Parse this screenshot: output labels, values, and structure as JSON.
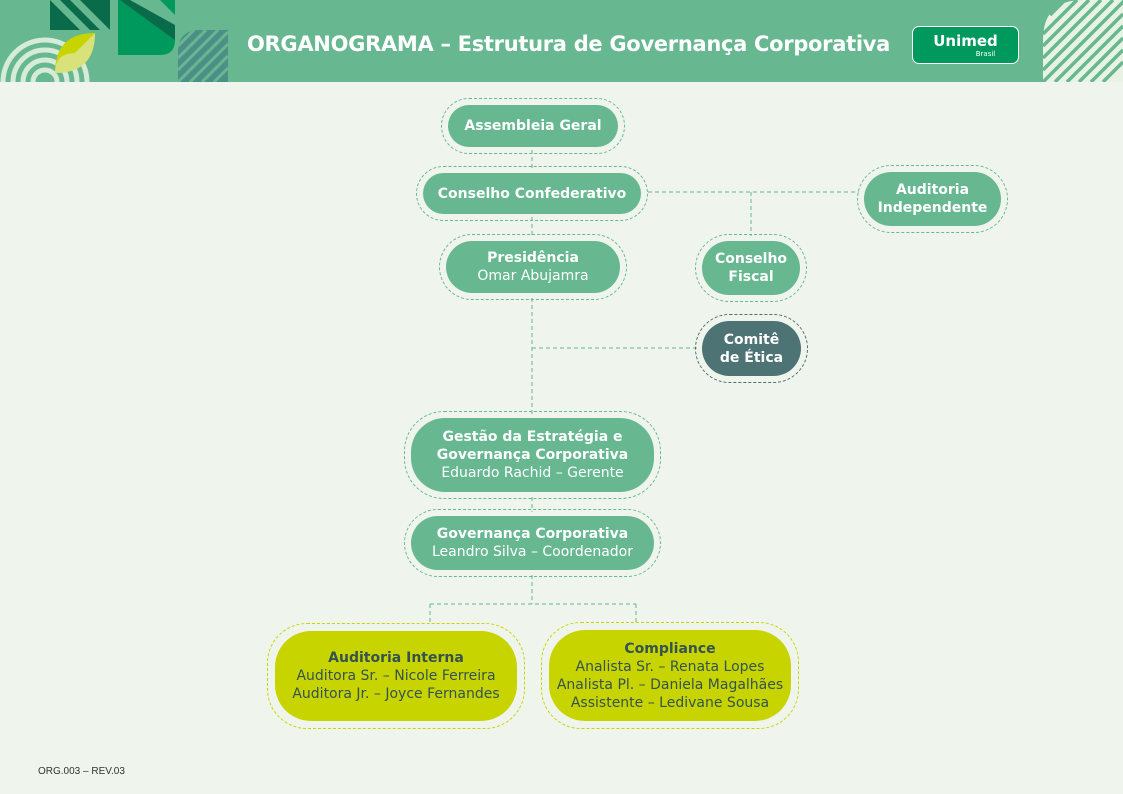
{
  "header": {
    "title": "ORGANOGRAMA – Estrutura de Governança Corporativa",
    "logo_main": "Unimed",
    "logo_sub": "Brasil"
  },
  "colors": {
    "header_green": "#67b891",
    "node_green": "#67b891",
    "node_dark": "#4d7374",
    "node_lime": "#c8d400",
    "background": "#eff5ec"
  },
  "nodes": {
    "assembleia": {
      "title": "Assembleia Geral"
    },
    "conselho_confederativo": {
      "title": "Conselho Confederativo"
    },
    "auditoria_independente": {
      "title_1": "Auditoria",
      "title_2": "Independente"
    },
    "presidencia": {
      "title": "Presidência",
      "person": "Omar Abujamra"
    },
    "conselho_fiscal": {
      "title_1": "Conselho",
      "title_2": "Fiscal"
    },
    "comite_etica": {
      "title_1": "Comitê",
      "title_2": "de Ética"
    },
    "gestao_estrategia": {
      "title_1": "Gestão da Estratégia e",
      "title_2": "Governança Corporativa",
      "person": "Eduardo Rachid – Gerente"
    },
    "governanca": {
      "title": "Governança Corporativa",
      "person": "Leandro Silva – Coordenador"
    },
    "auditoria_interna": {
      "title": "Auditoria Interna",
      "person_1": "Auditora Sr. – Nicole Ferreira",
      "person_2": "Auditora Jr. – Joyce Fernandes"
    },
    "compliance": {
      "title": "Compliance",
      "person_1": "Analista Sr. – Renata Lopes",
      "person_2": "Analista Pl. – Daniela Magalhães",
      "person_3": "Assistente – Ledivane Sousa"
    }
  },
  "footer": {
    "code": "ORG.003 – REV.03"
  }
}
